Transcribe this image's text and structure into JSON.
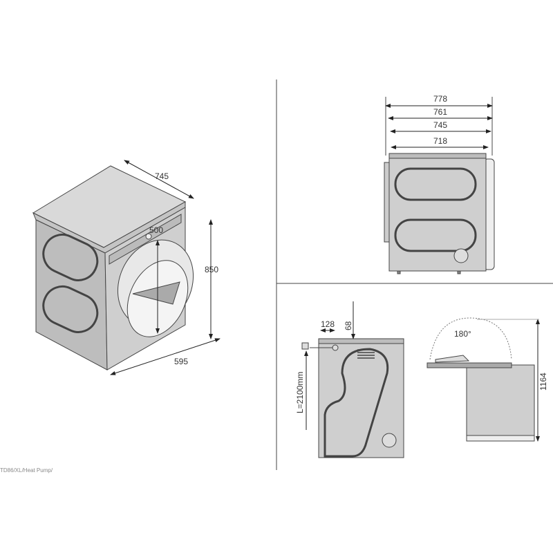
{
  "caption": "TD86/XL/Heat Pump/",
  "iso_view": {
    "depth": "745",
    "height": "850",
    "width": "595",
    "door_diameter": "500"
  },
  "front_view": {
    "dims": [
      "778",
      "761",
      "745",
      "718"
    ]
  },
  "side_view": {
    "offset": "128",
    "top_offset": "68",
    "cable_length": "L=2100mm"
  },
  "lid_view": {
    "angle": "180°",
    "height_open": "1164"
  },
  "colors": {
    "body": "#cfcfcf",
    "line": "#444444",
    "side": "#bdbdbd"
  }
}
